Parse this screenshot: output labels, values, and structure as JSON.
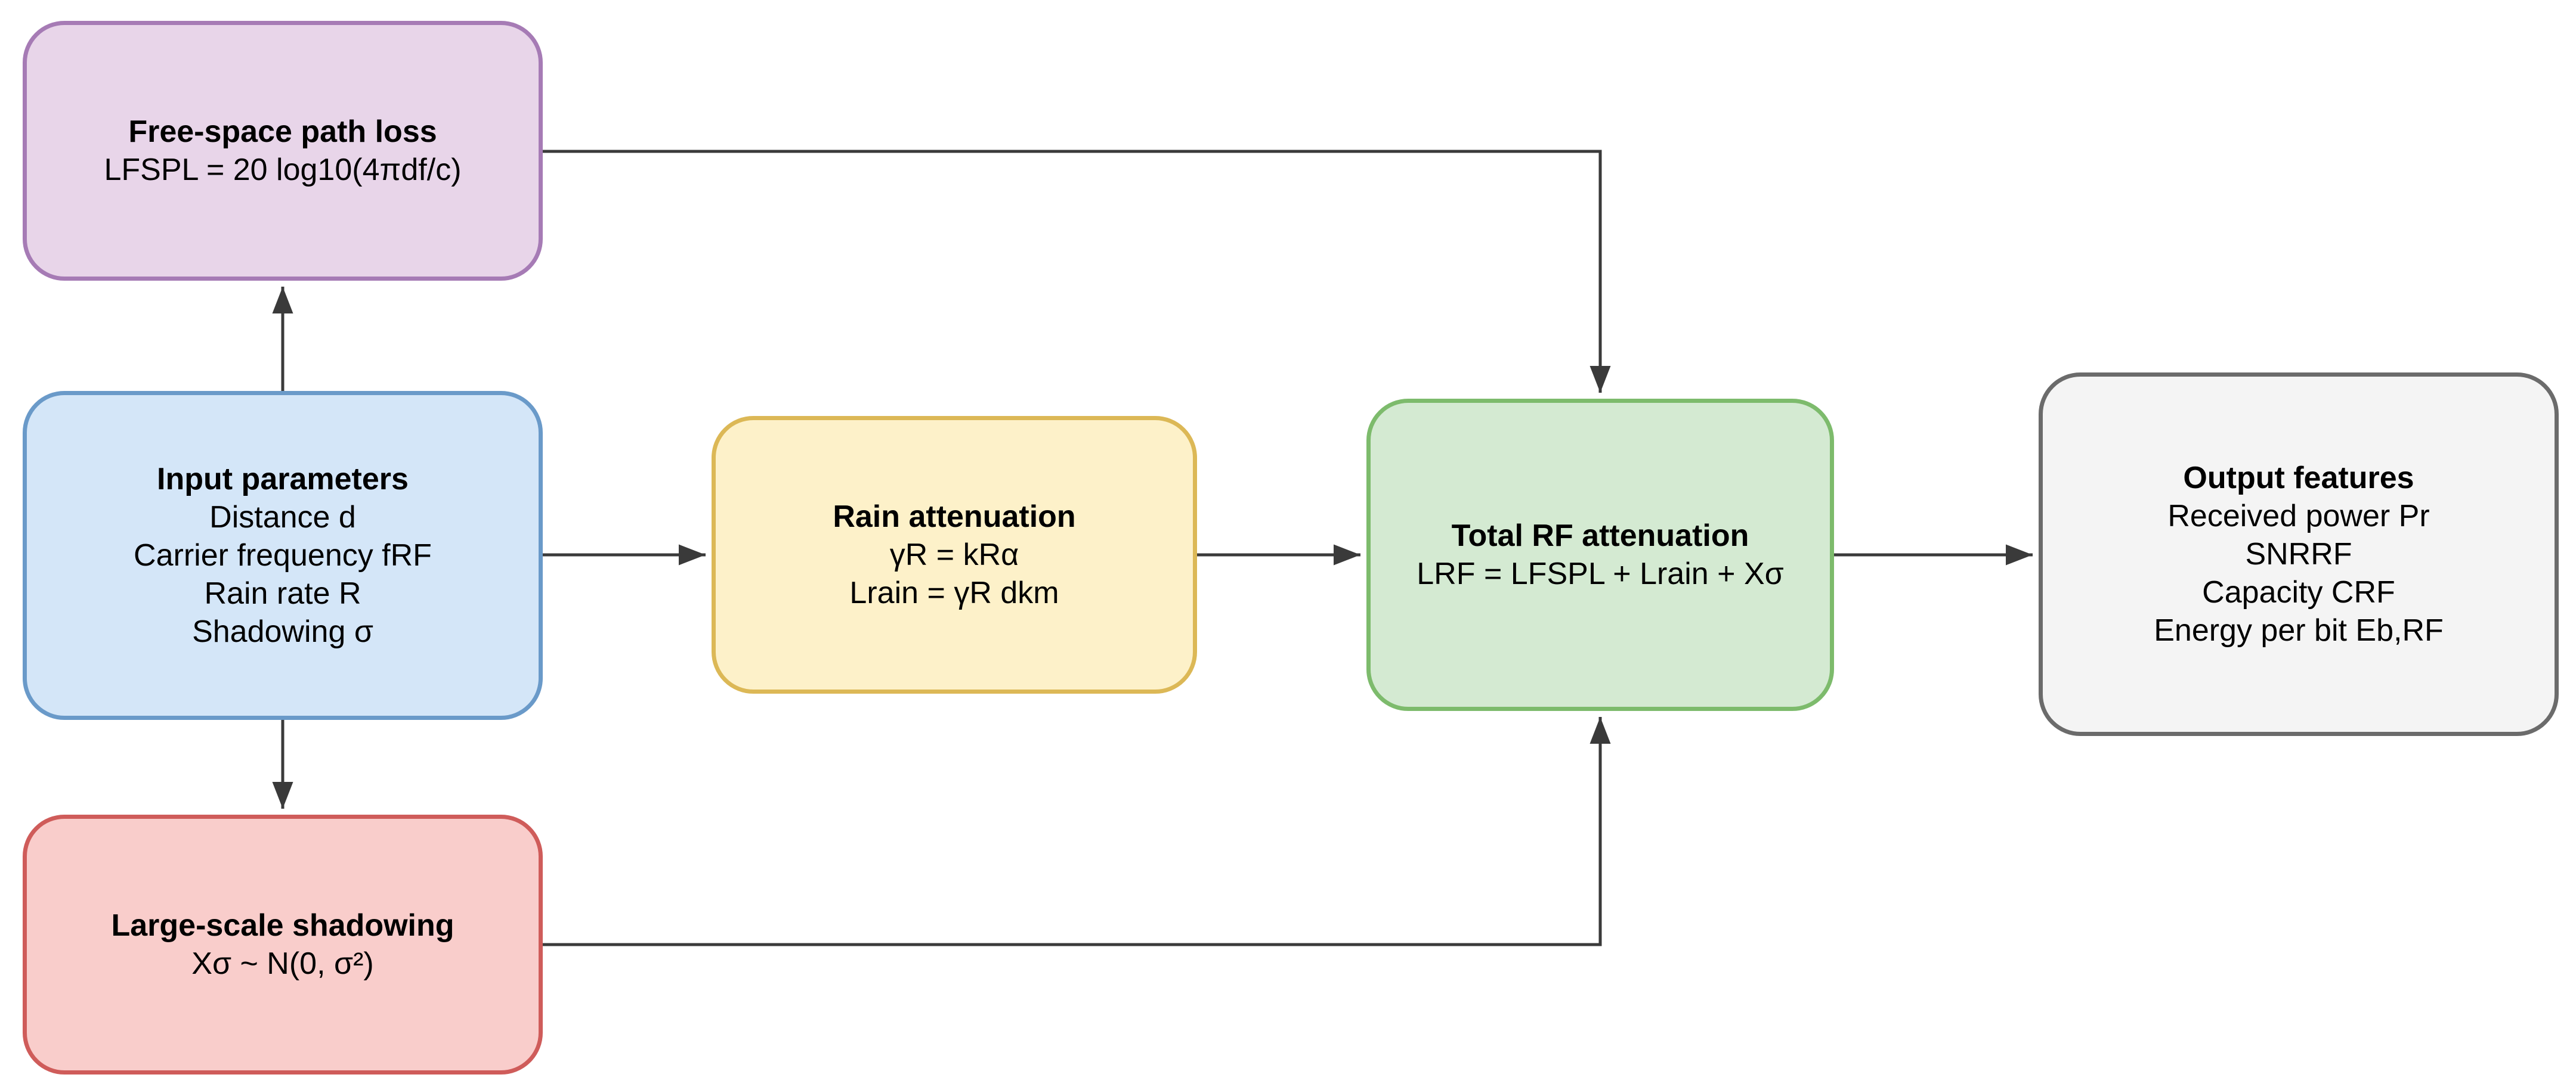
{
  "colors": {
    "connector": "#3a3a3a",
    "fspl_fill": "#e8d5e9",
    "fspl_border": "#a67bb5",
    "input_fill": "#d4e6f8",
    "input_border": "#6a9ac9",
    "shadowing_fill": "#f9cdcb",
    "shadowing_border": "#cf5c5a",
    "rain_fill": "#fdf1c9",
    "rain_border": "#dcb856",
    "total_fill": "#d4ead2",
    "total_border": "#7dbb6c",
    "output_fill": "#f4f4f4",
    "output_border": "#6b6b6b"
  },
  "nodes": {
    "fspl": {
      "title": "Free-space path loss",
      "lines": [
        "LFSPL = 20 log10(4πdf/c)"
      ]
    },
    "input": {
      "title": "Input parameters",
      "lines": [
        "Distance d",
        "Carrier frequency fRF",
        "Rain rate R",
        "Shadowing σ"
      ]
    },
    "shadowing": {
      "title": "Large-scale shadowing",
      "lines": [
        "Xσ ~ N(0, σ²)"
      ]
    },
    "rain": {
      "title": "Rain attenuation",
      "lines": [
        "γR = kRα",
        "Lrain = γR dkm"
      ]
    },
    "total": {
      "title": "Total RF attenuation",
      "lines": [
        "LRF = LFSPL + Lrain + Xσ"
      ]
    },
    "output": {
      "title": "Output features",
      "lines": [
        "Received power Pr",
        "SNRRF",
        "Capacity CRF",
        "Energy per bit Eb,RF"
      ]
    }
  },
  "edges": [
    {
      "from": "input",
      "to": "fspl"
    },
    {
      "from": "input",
      "to": "shadowing"
    },
    {
      "from": "input",
      "to": "rain"
    },
    {
      "from": "rain",
      "to": "total"
    },
    {
      "from": "fspl",
      "to": "total"
    },
    {
      "from": "shadowing",
      "to": "total"
    },
    {
      "from": "total",
      "to": "output"
    }
  ]
}
